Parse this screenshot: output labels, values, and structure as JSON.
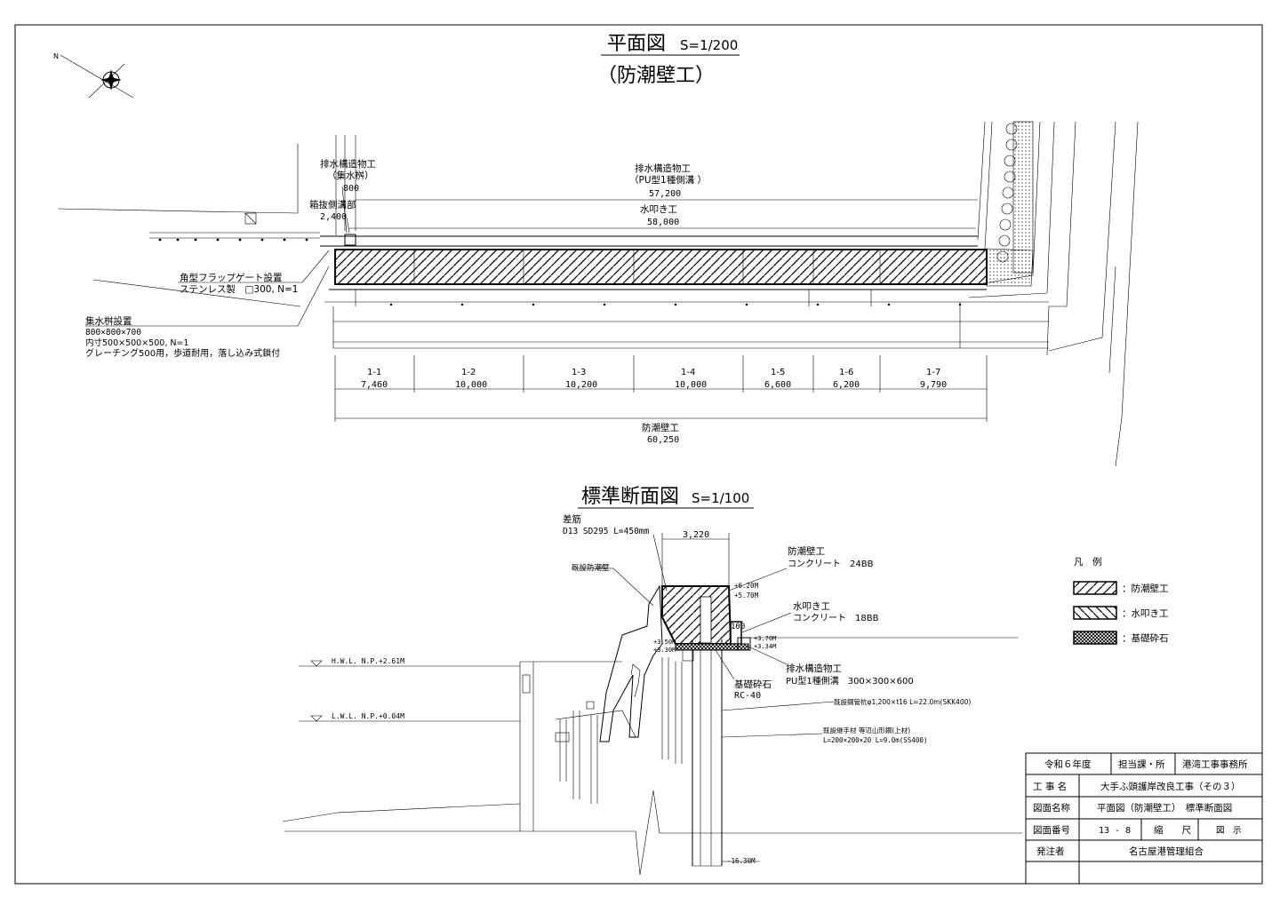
{
  "plan": {
    "title": "平面図",
    "scale": "S=1/200",
    "subtitle": "（防潮壁工）",
    "north_mark": "N",
    "labels": {
      "catch_basin_name": "排水構造物工",
      "catch_basin_sub": "（集水桝）",
      "catch_basin_dim": "800",
      "box_name": "箱抜側溝部",
      "box_dim": "2,400",
      "drain_name": "排水構造物工",
      "drain_sub": "（PU型1種側溝 ）",
      "drain_dim": "57,200",
      "apron_name": "水叩き工",
      "apron_dim": "58,000",
      "flap_1": "角型フラップゲート設置",
      "flap_2": "ステンレス製　□300, N=1",
      "basin_1": "集水桝設置",
      "basin_2": "800×800×700",
      "basin_3": "内寸500×500×500, N=1",
      "basin_4": "グレーチング500用，歩道耐用，落し込み式鎖付",
      "wall_name": "防潮壁工",
      "wall_dim": "60,250"
    },
    "segments": [
      {
        "name": "1-1",
        "length": "7,460"
      },
      {
        "name": "1-2",
        "length": "10,000"
      },
      {
        "name": "1-3",
        "length": "10,200"
      },
      {
        "name": "1-4",
        "length": "10,000"
      },
      {
        "name": "1-5",
        "length": "6,600"
      },
      {
        "name": "1-6",
        "length": "6,200"
      },
      {
        "name": "1-7",
        "length": "9,790"
      }
    ]
  },
  "section": {
    "title": "標準断面図",
    "scale": "S=1/100",
    "labels": {
      "rebar_1": "差筋",
      "rebar_2": "D13  SD295  L=450mm",
      "width": "3,220",
      "existing_wall": "既設防潮壁",
      "wall_1": "防潮壁工",
      "wall_2": "コンクリート　24BB",
      "apron_1": "水叩き工",
      "apron_2": "コンクリート　18BB",
      "el_top": "+6.20M",
      "el_mid": "+5.70M",
      "el_a": "+3.70M",
      "el_b": "+3.34M",
      "el_c": "+3.50M",
      "el_d": "+3.30M",
      "dim_100": "100",
      "drain_1": "排水構造物工",
      "drain_2": "PU型1種側溝　300×300×600",
      "base_1": "基礎砕石",
      "base_2": "RC-40",
      "pile": "既設鋼管杭φ1,200×t16  L=22.0m(SKK400)",
      "brace_1": "既設継手材  等辺山形鋼(上材)",
      "brace_2": "L=200×200×20  L=9.0m(SS400)",
      "hwl": "H.W.L. N.P.+2.61M",
      "lwl": "L.W.L. N.P.+0.04M",
      "bottom": "-16.30M"
    }
  },
  "legend": {
    "title": "凡　例",
    "items": [
      {
        "label": "：防潮壁工",
        "pattern": "hatch-fwd"
      },
      {
        "label": "：水叩き工",
        "pattern": "hatch-back"
      },
      {
        "label": "：基礎砕石",
        "pattern": "crosshatch"
      }
    ]
  },
  "title_block": {
    "year": "令和６年度",
    "dept_label": "担当課・所",
    "dept": "港湾工事事務所",
    "project_label": "工 事 名",
    "project": "大手ふ頭護岸改良工事（その３）",
    "drawing_label": "図面名称",
    "drawing": "平面図（防潮壁工）　標準断面図",
    "number_label": "図面番号",
    "number": "13 - 8",
    "scale_label": "縮　　尺",
    "scale": "図　示",
    "client_label": "発注者",
    "client": "名古屋港管理組合"
  }
}
